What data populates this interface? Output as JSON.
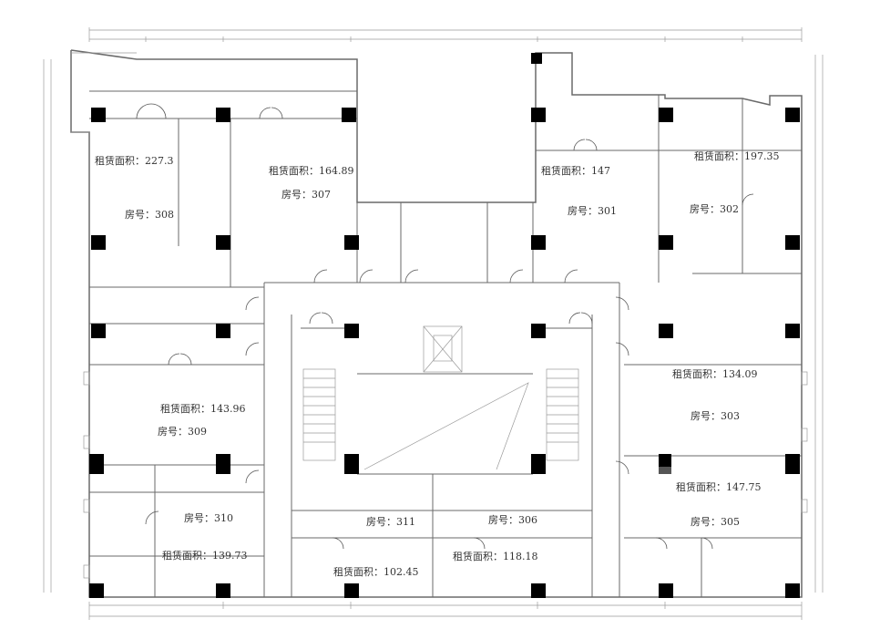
{
  "rooms": [
    {
      "id": "308",
      "area_label": "租赁面积：227.3",
      "room_label": "房号：308"
    },
    {
      "id": "307",
      "area_label": "租赁面积：164.89",
      "room_label": "房号：307"
    },
    {
      "id": "301",
      "area_label": "租赁面积：147",
      "room_label": "房号：301"
    },
    {
      "id": "302",
      "area_label": "租赁面积：197.35",
      "room_label": "房号：302"
    },
    {
      "id": "303",
      "area_label": "租赁面积：134.09",
      "room_label": "房号：303"
    },
    {
      "id": "309",
      "area_label": "租赁面积：143.96",
      "room_label": "房号：309"
    },
    {
      "id": "305",
      "area_label": "租赁面积：147.75",
      "room_label": "房号：305"
    },
    {
      "id": "310",
      "area_label": "租赁面积：139.73",
      "room_label": "房号：310"
    },
    {
      "id": "311",
      "area_label": "租赁面积：102.45",
      "room_label": "房号：311"
    },
    {
      "id": "306",
      "area_label": "租赁面积：118.18",
      "room_label": "房号：306"
    }
  ]
}
